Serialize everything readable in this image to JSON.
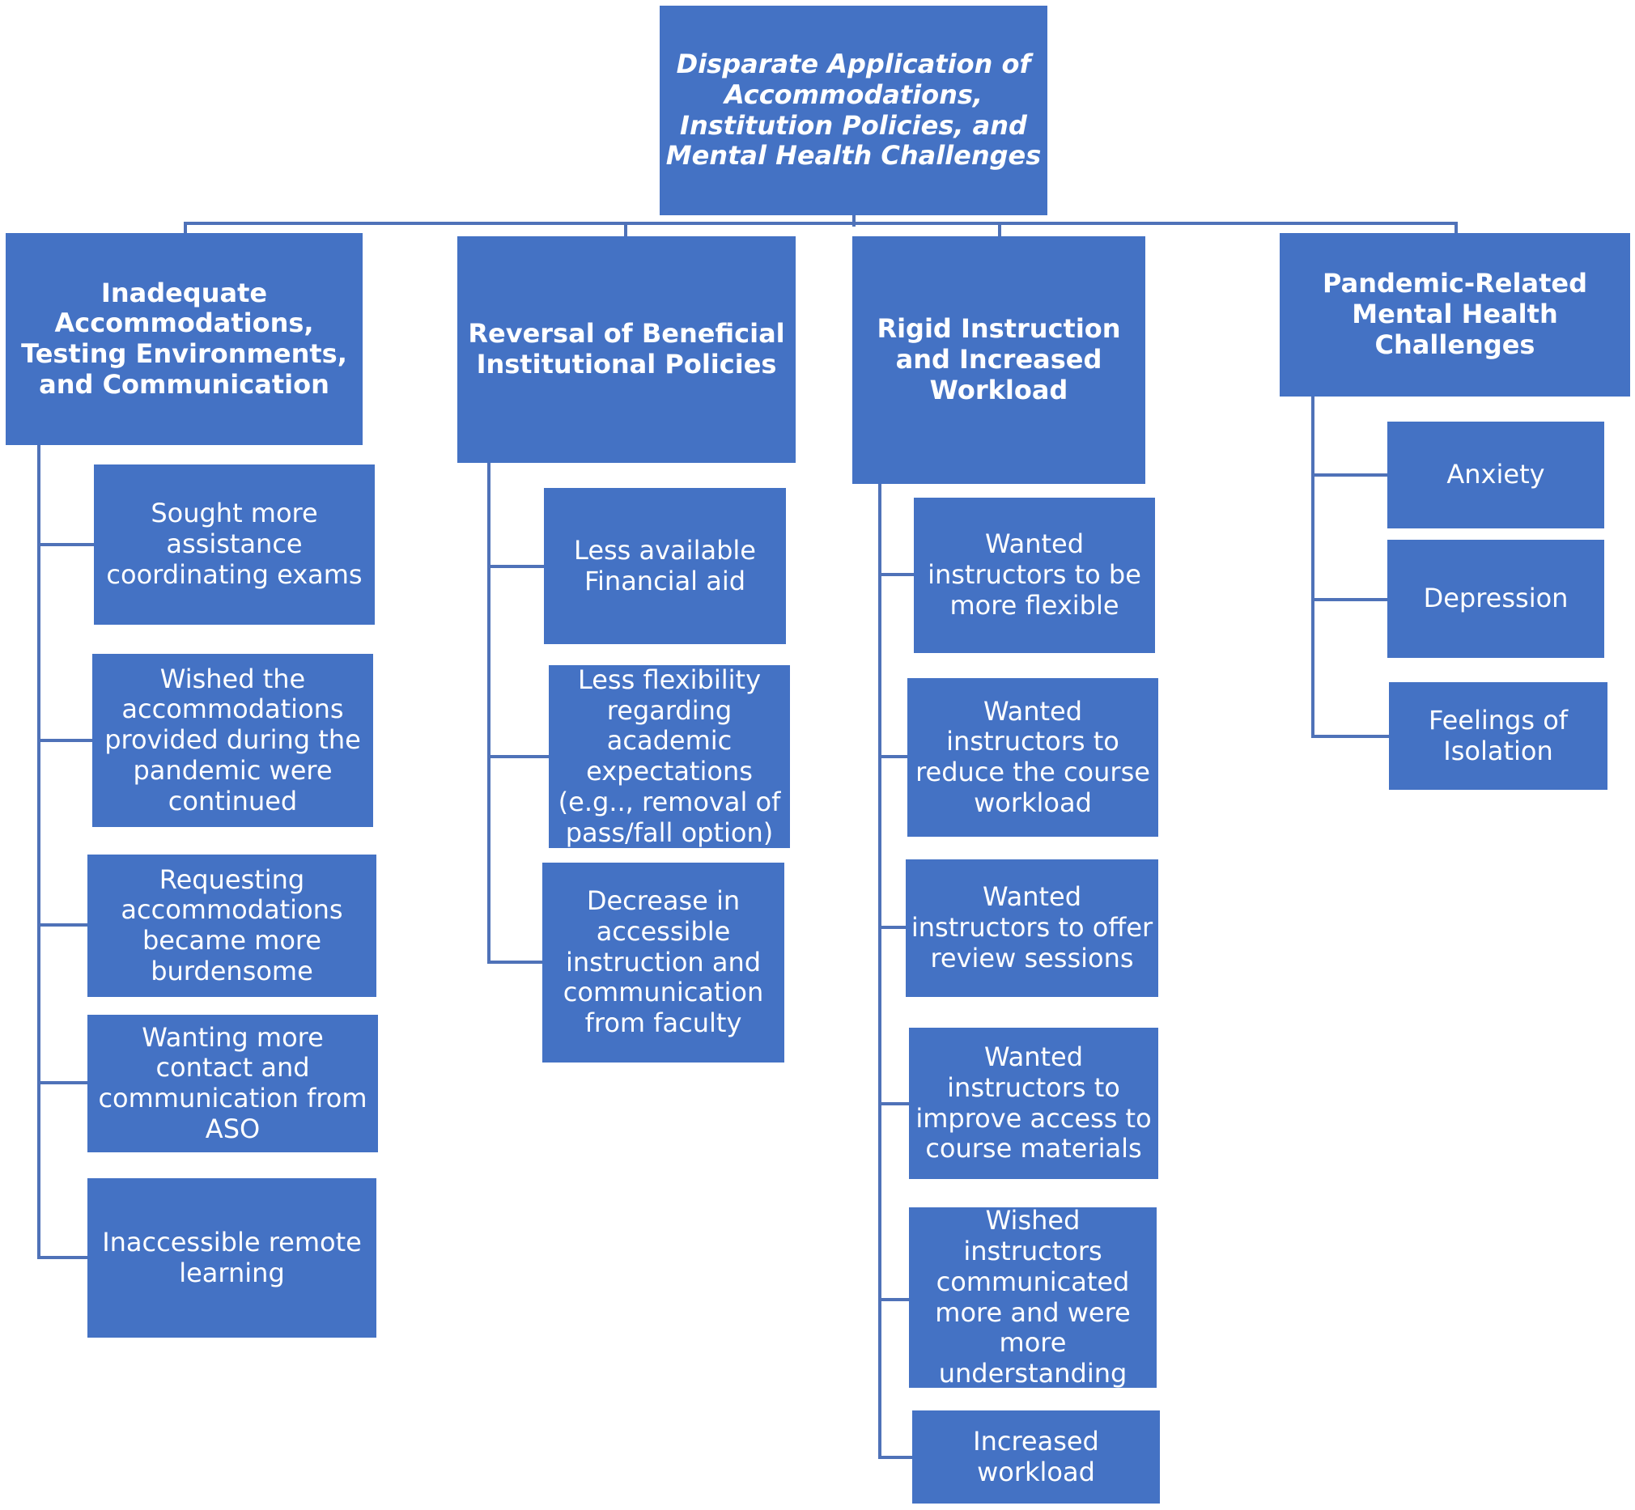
{
  "root": "Disparate Application of Accommodations, Institution Policies, and Mental Health Challenges",
  "categories": [
    {
      "title": "Inadequate Accommodations, Testing Environments, and Communication",
      "items": [
        "Sought more assistance coordinating exams",
        "Wished the accommodations provided during the pandemic were continued",
        "Requesting accommodations became more burdensome",
        "Wanting more contact and communication from ASO",
        "Inaccessible remote learning"
      ]
    },
    {
      "title": "Reversal of Beneficial Institutional Policies",
      "items": [
        "Less available Financial aid",
        "Less flexibility regarding academic expectations  (e.g.., removal of pass/fall option)",
        "Decrease in accessible instruction and communication from faculty"
      ]
    },
    {
      "title": "Rigid Instruction and Increased Workload",
      "items": [
        "Wanted instructors to be more flexible",
        "Wanted instructors to reduce the course workload",
        "Wanted instructors to offer review sessions",
        "Wanted instructors to improve access to course materials",
        "Wished instructors communicated more and were more understanding",
        "Increased workload"
      ]
    },
    {
      "title": "Pandemic-Related Mental Health Challenges",
      "items": [
        "Anxiety",
        "Depression",
        "Feelings of Isolation"
      ]
    }
  ],
  "colors": {
    "box_fill": "#4472c4",
    "text": "#ffffff",
    "connector": "#4f72b8"
  }
}
